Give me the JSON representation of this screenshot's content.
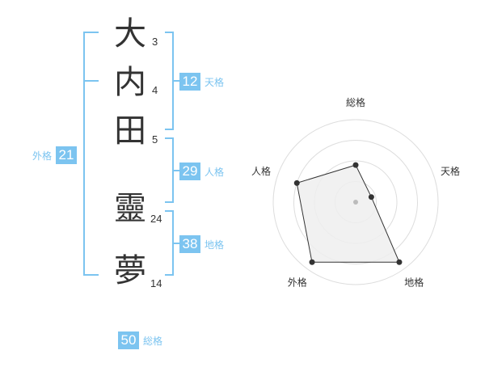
{
  "name": {
    "characters": [
      {
        "char": "大",
        "strokes": "3"
      },
      {
        "char": "内",
        "strokes": "4"
      },
      {
        "char": "田",
        "strokes": "5"
      },
      {
        "char": "靈",
        "strokes": "24"
      },
      {
        "char": "夢",
        "strokes": "14"
      }
    ]
  },
  "kaku": {
    "tenkaku": {
      "value": "12",
      "label": "天格"
    },
    "jinkaku": {
      "value": "29",
      "label": "人格"
    },
    "chikaku": {
      "value": "38",
      "label": "地格"
    },
    "gaikaku": {
      "value": "21",
      "label": "外格"
    },
    "soukaku": {
      "value": "50",
      "label": "総格"
    }
  },
  "colors": {
    "accent": "#7cc4f0",
    "text": "#333333",
    "ring": "#dddddd",
    "polygon_fill": "#efefef",
    "polygon_stroke": "#333333"
  },
  "chart_data": {
    "type": "radar",
    "axes": [
      "総格",
      "天格",
      "地格",
      "外格",
      "人格"
    ],
    "values": [
      0.45,
      0.2,
      0.9,
      0.9,
      0.75
    ],
    "range": [
      0,
      1
    ],
    "rings": 4,
    "grid": true
  }
}
